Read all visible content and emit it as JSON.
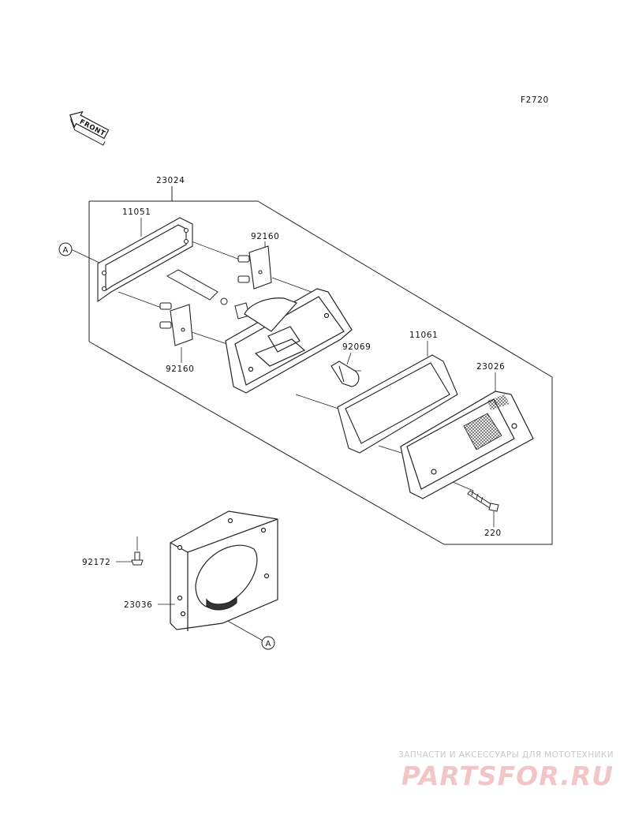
{
  "figure_code": "F2720",
  "front_label": "FRONT",
  "ref_marker": "A",
  "parts": {
    "assembly": "23024",
    "gasket_base": "11051",
    "socket_upper": "92160",
    "socket_lower": "92160",
    "bulb": "92069",
    "lens_gasket": "11061",
    "lens": "23026",
    "screw": "220",
    "bolt": "92172",
    "bracket": "23036"
  },
  "watermark": {
    "tagline": "ЗАПЧАСТИ И АКСЕССУАРЫ ДЛЯ МОТОТЕХНИКИ",
    "logo": "PARTSFOR.RU"
  },
  "colors": {
    "line": "#222222",
    "watermark_logo": "#f2c6c6",
    "watermark_text": "#c9c9c9"
  }
}
